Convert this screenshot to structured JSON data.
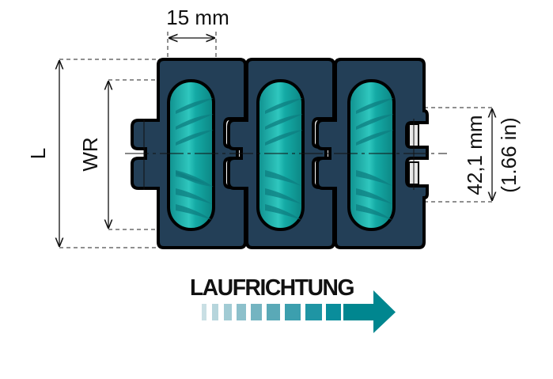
{
  "dimensions": {
    "pitch": "15 mm",
    "length": "L",
    "width_roller": "WR",
    "height_mm": "42,1 mm",
    "height_in": "(1.66 in)"
  },
  "direction": {
    "label": "LAUFRICHTUNG",
    "color": "#00868f"
  },
  "colors": {
    "module": "#233f57",
    "roller": "#1aa9a4"
  }
}
